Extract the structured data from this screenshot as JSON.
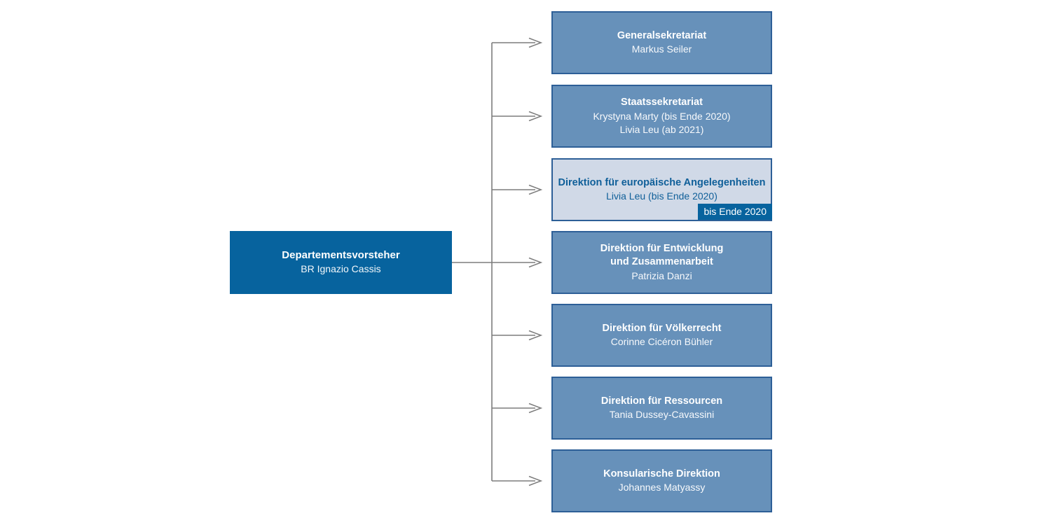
{
  "chart": {
    "root": {
      "title": "Departementsvorsteher",
      "person": "BR Ignazio Cassis"
    },
    "units": [
      {
        "title": "Generalsekretariat",
        "persons": [
          "Markus Seiler"
        ]
      },
      {
        "title": "Staatssekretariat",
        "persons": [
          "Krystyna Marty (bis Ende 2020)",
          "Livia Leu (ab 2021)"
        ]
      },
      {
        "title": "Direktion für europäische Angelegenheiten",
        "persons": [
          "Livia Leu (bis Ende 2020)"
        ],
        "badge": "bis Ende 2020",
        "highlight": true
      },
      {
        "title": "Direktion für Entwicklung\nund Zusammenarbeit",
        "persons": [
          "Patrizia Danzi"
        ]
      },
      {
        "title": "Direktion für Völkerrecht",
        "persons": [
          "Corinne Cicéron Bühler"
        ]
      },
      {
        "title": "Direktion für Ressourcen",
        "persons": [
          "Tania Dussey-Cavassini"
        ]
      },
      {
        "title": "Konsularische Direktion",
        "persons": [
          "Johannes Matyassy"
        ]
      }
    ],
    "colors": {
      "primary_blue": "#07639e",
      "unit_fill": "#6791ba",
      "unit_border": "#2d5f97",
      "highlight_fill": "#d0d9e7",
      "text_on_blue": "#ffffff",
      "text_dark_blue": "#0f5f99",
      "connector_gray": "#7d7d7d"
    }
  }
}
